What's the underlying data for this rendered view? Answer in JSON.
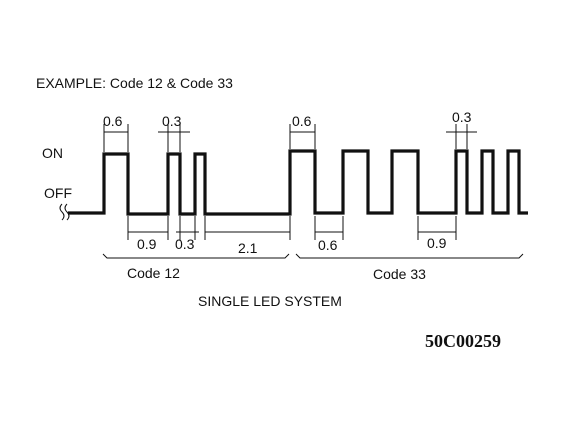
{
  "title": "EXAMPLE: Code 12 & Code 33",
  "level_on": "ON",
  "level_off": "OFF",
  "top_durations": {
    "d1": "0.6",
    "d2": "0.3",
    "d3": "0.6",
    "d4": "0.3"
  },
  "bottom_durations": {
    "d1": "0.9",
    "d2": "0.3",
    "d3": "2.1",
    "d4": "0.6",
    "d5": "0.9"
  },
  "group_code12": "Code 12",
  "group_code33": "Code 33",
  "caption": "SINGLE LED SYSTEM",
  "figure_id": "50C00259"
}
